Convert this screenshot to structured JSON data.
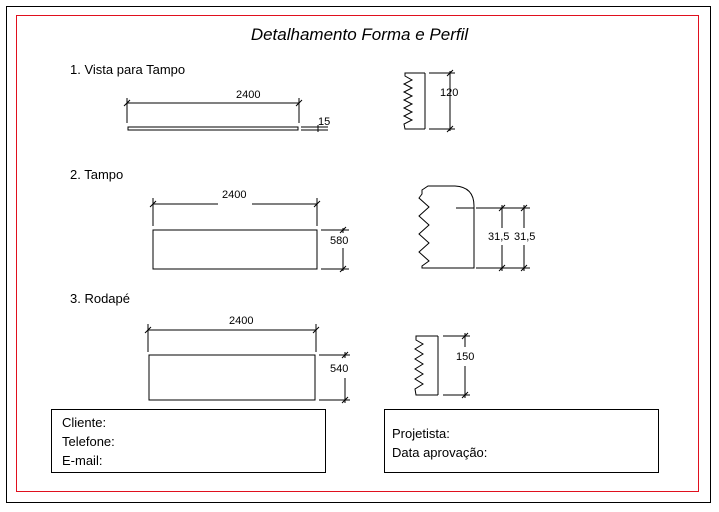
{
  "title": "Detalhamento Forma e Perfil",
  "sections": [
    {
      "label": "1. Vista para Tampo",
      "length": "2400",
      "thickness": "15",
      "profile_height": "120"
    },
    {
      "label": "2. Tampo",
      "length": "2400",
      "width": "580",
      "profile_dim_1": "31,5",
      "profile_dim_2": "31,5"
    },
    {
      "label": "3. Rodapé",
      "length": "2400",
      "width": "540",
      "profile_height": "150"
    }
  ],
  "client_box": {
    "lines": [
      "Cliente:",
      "Telefone:",
      "E-mail:"
    ]
  },
  "designer_box": {
    "lines": [
      "Projetista:",
      "Data aprovação:"
    ]
  }
}
